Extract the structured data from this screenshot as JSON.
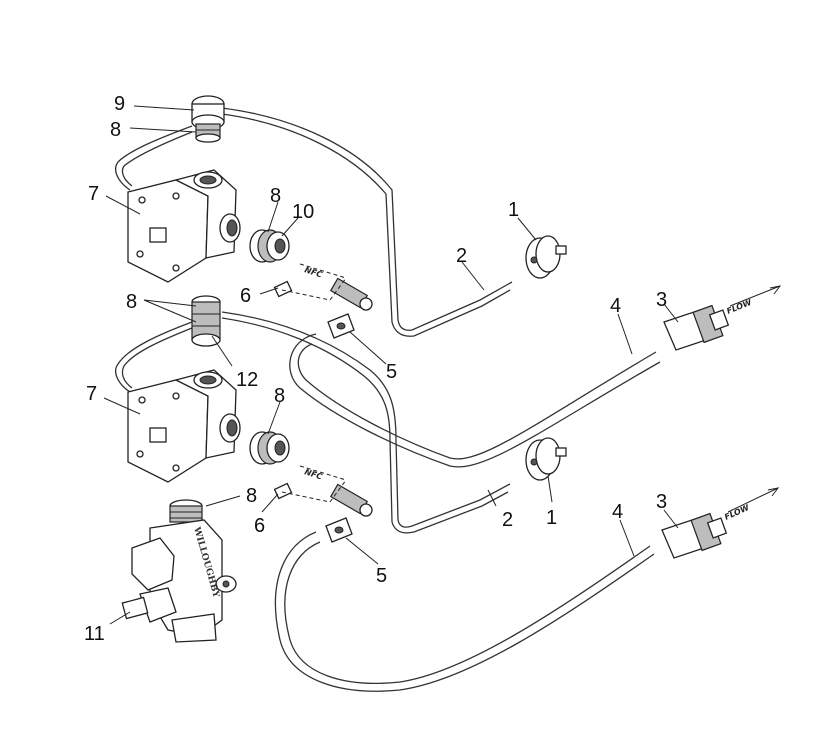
{
  "callouts": {
    "c9": "9",
    "c8_top": "8",
    "c7_top": "7",
    "c8_port_top": "8",
    "c10": "10",
    "c1_top": "1",
    "c2_top": "2",
    "c6_top": "6",
    "c8_mid": "8",
    "c12": "12",
    "c5_top": "5",
    "c4_top": "4",
    "c3_top": "3",
    "c7_bottom": "7",
    "c8_port_bottom": "8",
    "c1_bottom": "1",
    "c8_valve": "8",
    "c6_bottom": "6",
    "c2_bottom": "2",
    "c4_bottom": "4",
    "c3_bottom": "3",
    "c5_bottom": "5",
    "c11": "11"
  },
  "annotations": {
    "nfc_top": "NFC",
    "nfc_bottom": "NFC",
    "flow_top": "FLOW",
    "flow_bottom": "FLOW",
    "valve_brand": "WILLOUGHBY"
  },
  "colors": {
    "line": "#222222",
    "fill_light": "#ffffff",
    "fill_gray": "#bdbdbd"
  }
}
